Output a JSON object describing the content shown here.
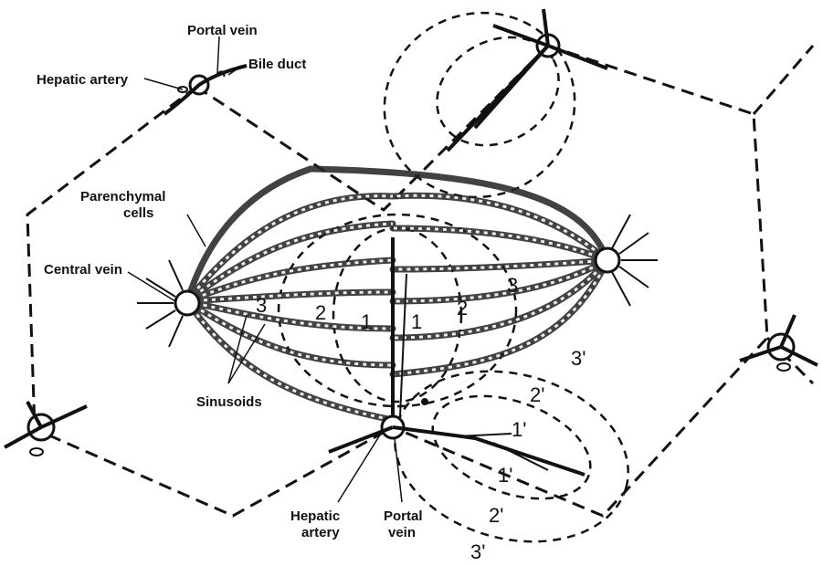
{
  "labels": {
    "portal_vein_top": "Portal vein",
    "bile_duct": "Bile duct",
    "hepatic_artery_top": "Hepatic artery",
    "parenchymal_cells_1": "Parenchymal",
    "parenchymal_cells_2": "cells",
    "central_vein": "Central vein",
    "sinusoids": "Sinusoids",
    "hepatic_artery_bottom_1": "Hepatic",
    "hepatic_artery_bottom_2": "artery",
    "portal_vein_bottom_1": "Portal",
    "portal_vein_bottom_2": "vein"
  },
  "zones": {
    "z3_left": "3",
    "z2_left": "2",
    "z1_left": "1",
    "z1_center": "1",
    "z2_right": "2",
    "z3_right": "3",
    "z3_prime_right": "3'",
    "z2_prime_upper": "2'",
    "z1_prime_upper": "1'",
    "z1_prime_lower": "1'",
    "z2_prime_lower": "2'",
    "z3_prime_bottom": "3'"
  },
  "colors": {
    "ink": "#111111",
    "background": "#ffffff"
  }
}
